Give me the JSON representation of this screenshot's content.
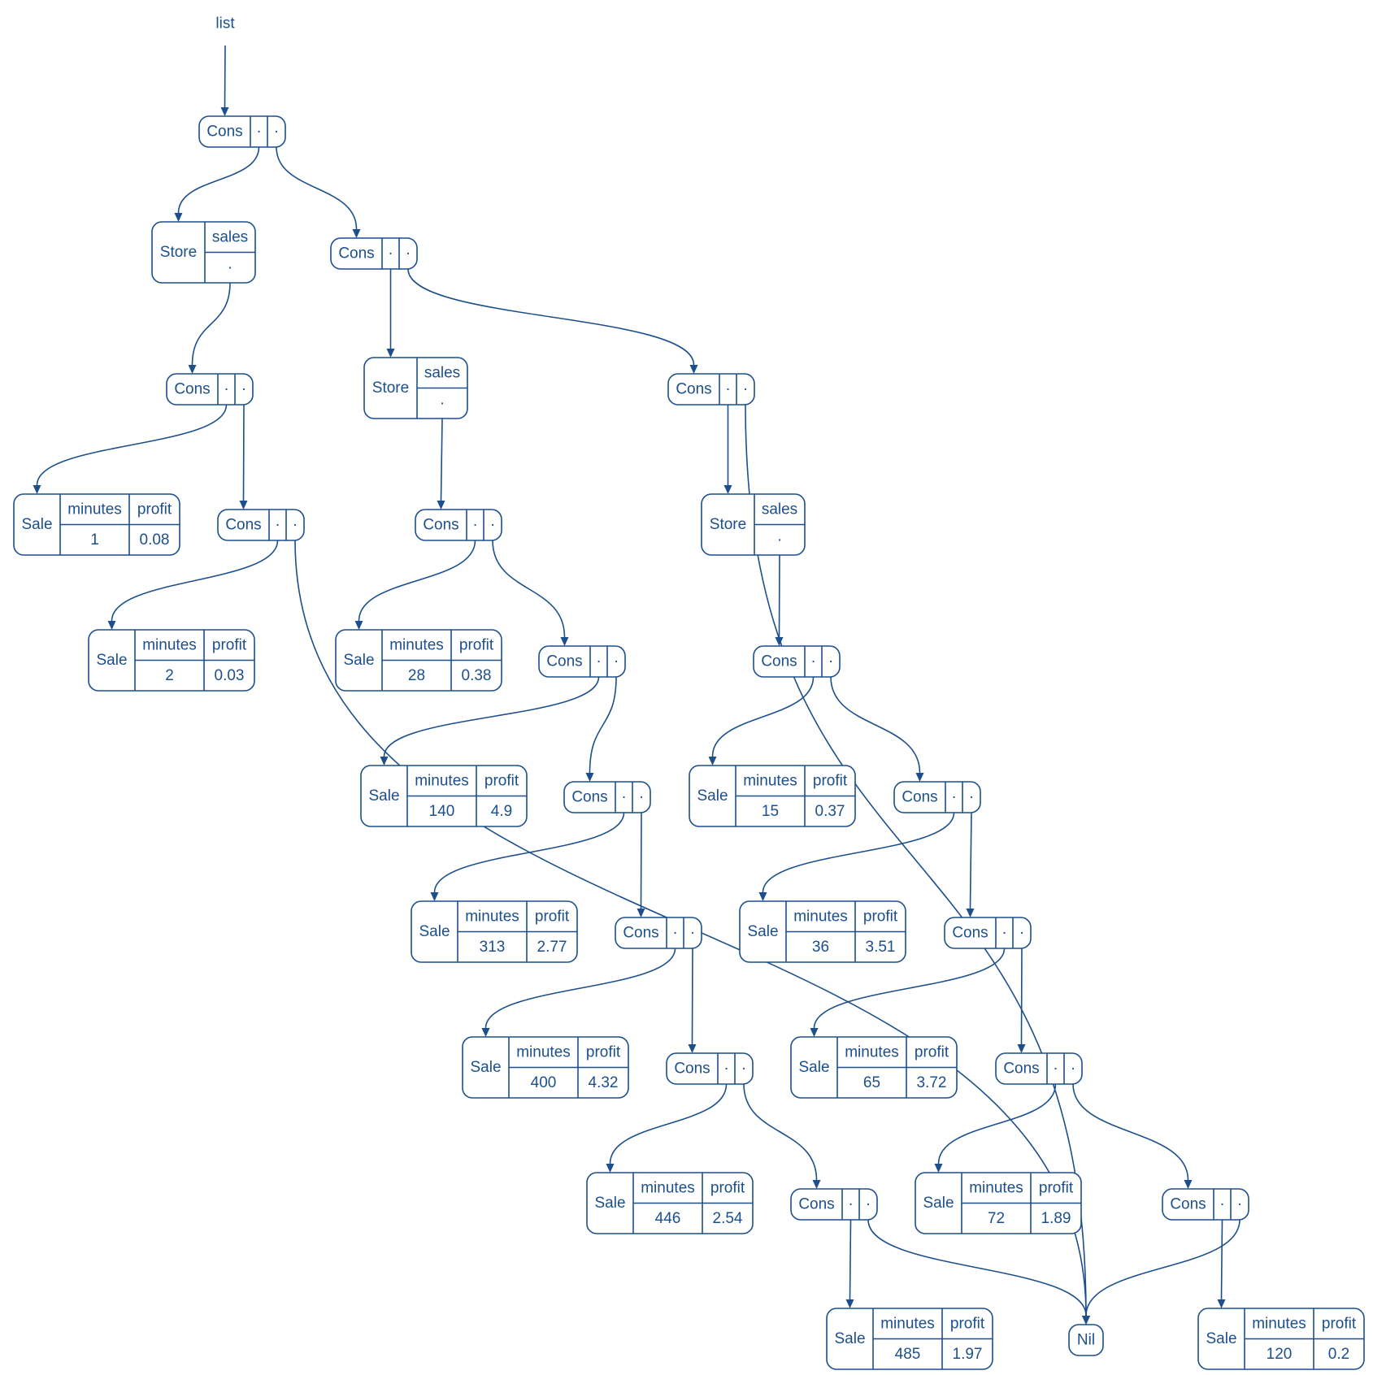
{
  "colors": {
    "stroke": "#1c4f8c",
    "background": "#ffffff"
  },
  "root_label": "list",
  "labels": {
    "cons": "Cons",
    "store": "Store",
    "sale": "Sale",
    "nil": "Nil",
    "sales_field": "sales",
    "minutes_field": "minutes",
    "profit_field": "profit",
    "ptr": "·"
  },
  "nodes": [
    {
      "id": "c1",
      "kind": "cons",
      "next": "c2",
      "head": "s1"
    },
    {
      "id": "s1",
      "kind": "store",
      "sales": "c3"
    },
    {
      "id": "c2",
      "kind": "cons",
      "next": "c4",
      "head": "s2"
    },
    {
      "id": "c3",
      "kind": "cons",
      "next": "c5",
      "head": "sa1"
    },
    {
      "id": "s2",
      "kind": "store",
      "sales": "c6"
    },
    {
      "id": "c4",
      "kind": "cons",
      "next": "nil",
      "head": "s3"
    },
    {
      "id": "sa1",
      "kind": "sale",
      "minutes": "1",
      "profit": "0.08"
    },
    {
      "id": "c5",
      "kind": "cons",
      "next": "nil",
      "head": "sa2"
    },
    {
      "id": "c6",
      "kind": "cons",
      "next": "c7",
      "head": "sa3"
    },
    {
      "id": "s3",
      "kind": "store",
      "sales": "c8"
    },
    {
      "id": "sa2",
      "kind": "sale",
      "minutes": "2",
      "profit": "0.03"
    },
    {
      "id": "sa3",
      "kind": "sale",
      "minutes": "28",
      "profit": "0.38"
    },
    {
      "id": "c7",
      "kind": "cons",
      "next": "c9",
      "head": "sa4"
    },
    {
      "id": "c8",
      "kind": "cons",
      "next": "c10",
      "head": "sa5"
    },
    {
      "id": "sa4",
      "kind": "sale",
      "minutes": "140",
      "profit": "4.9"
    },
    {
      "id": "c9",
      "kind": "cons",
      "next": "c11",
      "head": "sa6"
    },
    {
      "id": "sa5",
      "kind": "sale",
      "minutes": "15",
      "profit": "0.37"
    },
    {
      "id": "c10",
      "kind": "cons",
      "next": "c12",
      "head": "sa7"
    },
    {
      "id": "sa6",
      "kind": "sale",
      "minutes": "313",
      "profit": "2.77"
    },
    {
      "id": "c11",
      "kind": "cons",
      "next": "c13",
      "head": "sa8"
    },
    {
      "id": "sa7",
      "kind": "sale",
      "minutes": "36",
      "profit": "3.51"
    },
    {
      "id": "c12",
      "kind": "cons",
      "next": "c14",
      "head": "sa9"
    },
    {
      "id": "sa8",
      "kind": "sale",
      "minutes": "400",
      "profit": "4.32"
    },
    {
      "id": "c13",
      "kind": "cons",
      "next": "c15",
      "head": "sa10"
    },
    {
      "id": "sa9",
      "kind": "sale",
      "minutes": "65",
      "profit": "3.72"
    },
    {
      "id": "c14",
      "kind": "cons",
      "next": "c16",
      "head": "sa11"
    },
    {
      "id": "sa10",
      "kind": "sale",
      "minutes": "446",
      "profit": "2.54"
    },
    {
      "id": "c15",
      "kind": "cons",
      "next": "nil",
      "head": "sa12"
    },
    {
      "id": "sa11",
      "kind": "sale",
      "minutes": "72",
      "profit": "1.89"
    },
    {
      "id": "c16",
      "kind": "cons",
      "next": "nil",
      "head": "sa13"
    },
    {
      "id": "sa12",
      "kind": "sale",
      "minutes": "485",
      "profit": "1.97"
    },
    {
      "id": "nil",
      "kind": "nil"
    },
    {
      "id": "sa13",
      "kind": "sale",
      "minutes": "120",
      "profit": "0.2"
    }
  ]
}
